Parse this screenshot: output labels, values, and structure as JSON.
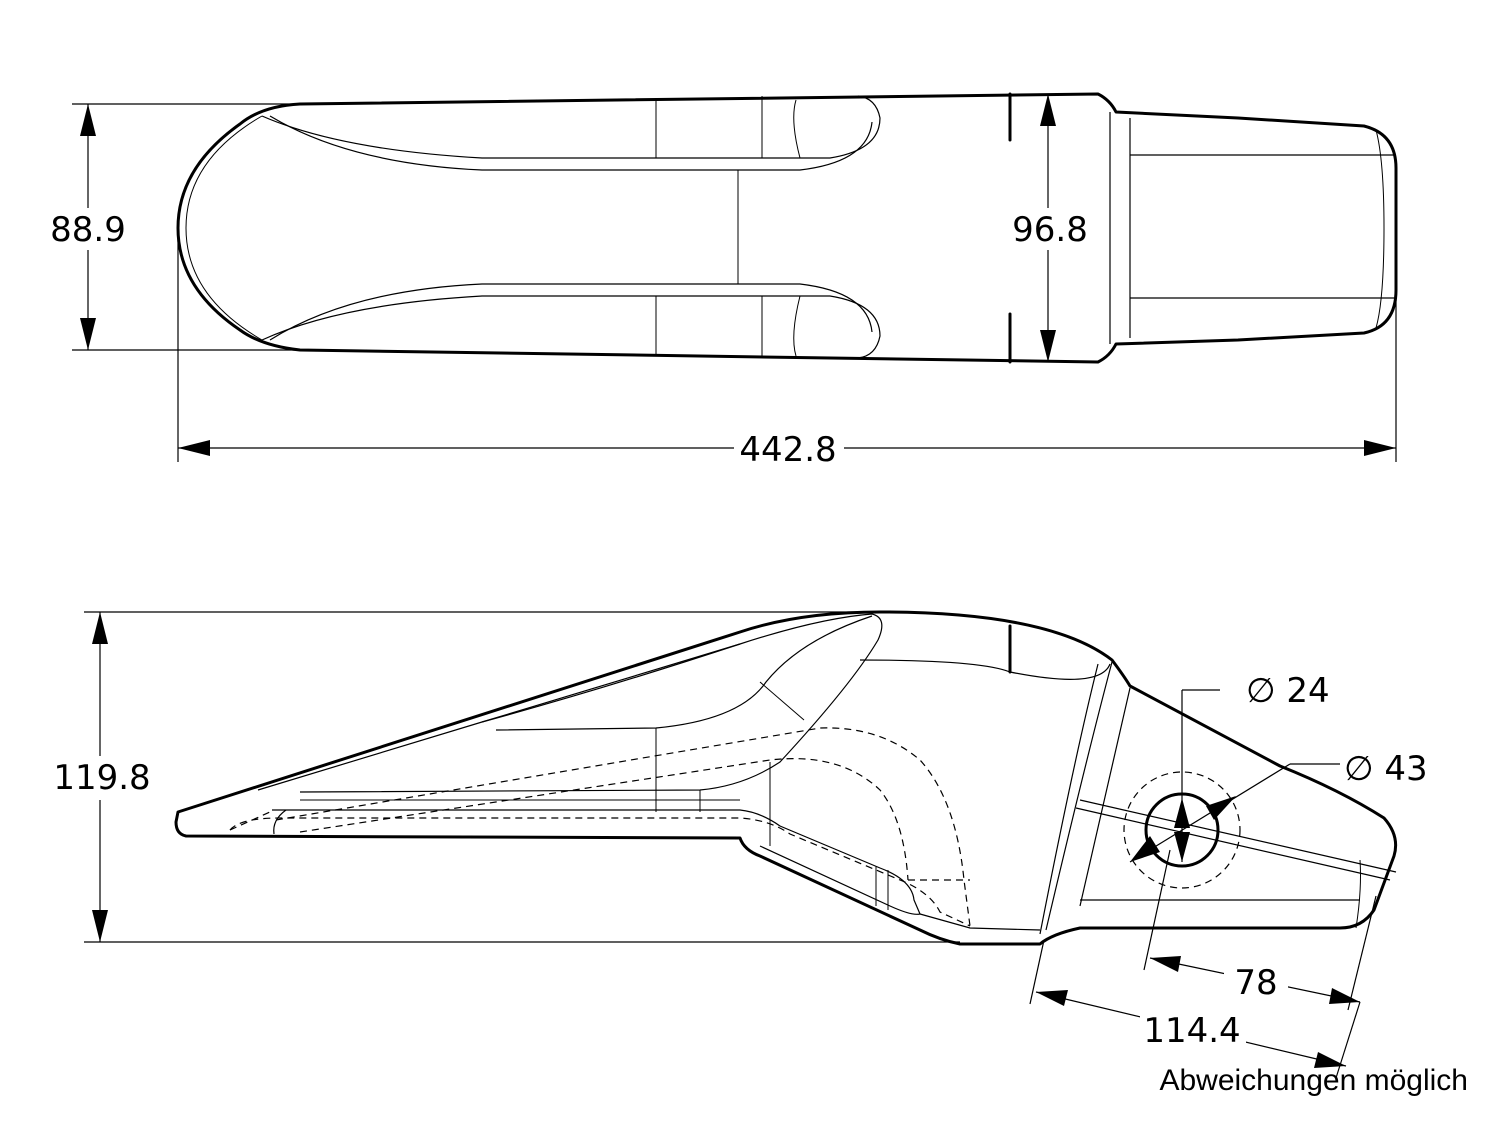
{
  "dimensions": {
    "top_width": "88.9",
    "top_head_width": "96.8",
    "overall_length": "442.8",
    "side_height": "119.8",
    "hole_small": "∅ 24",
    "hole_large": "∅ 43",
    "hole_to_tip": "78",
    "pin_to_tip": "114.4"
  },
  "note": "Abweichungen möglich"
}
